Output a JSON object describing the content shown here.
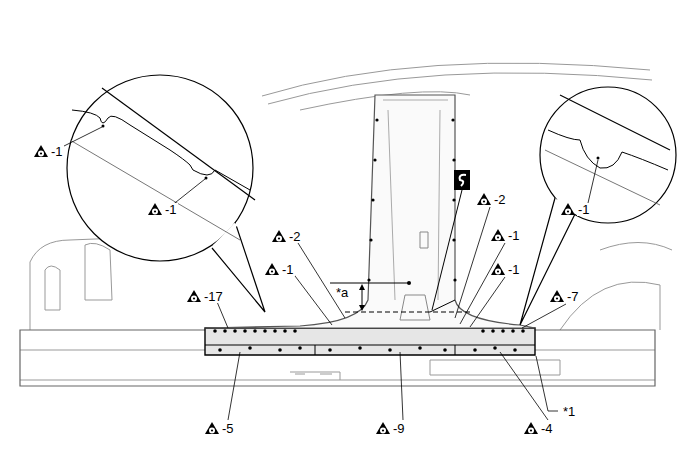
{
  "diagram": {
    "labels": [
      "-1",
      "-1",
      "-17",
      "-2",
      "-1",
      "-5",
      "-9",
      "-4",
      "-2",
      "-1",
      "-1",
      "-7",
      "-1",
      "*a",
      "*1"
    ]
  }
}
